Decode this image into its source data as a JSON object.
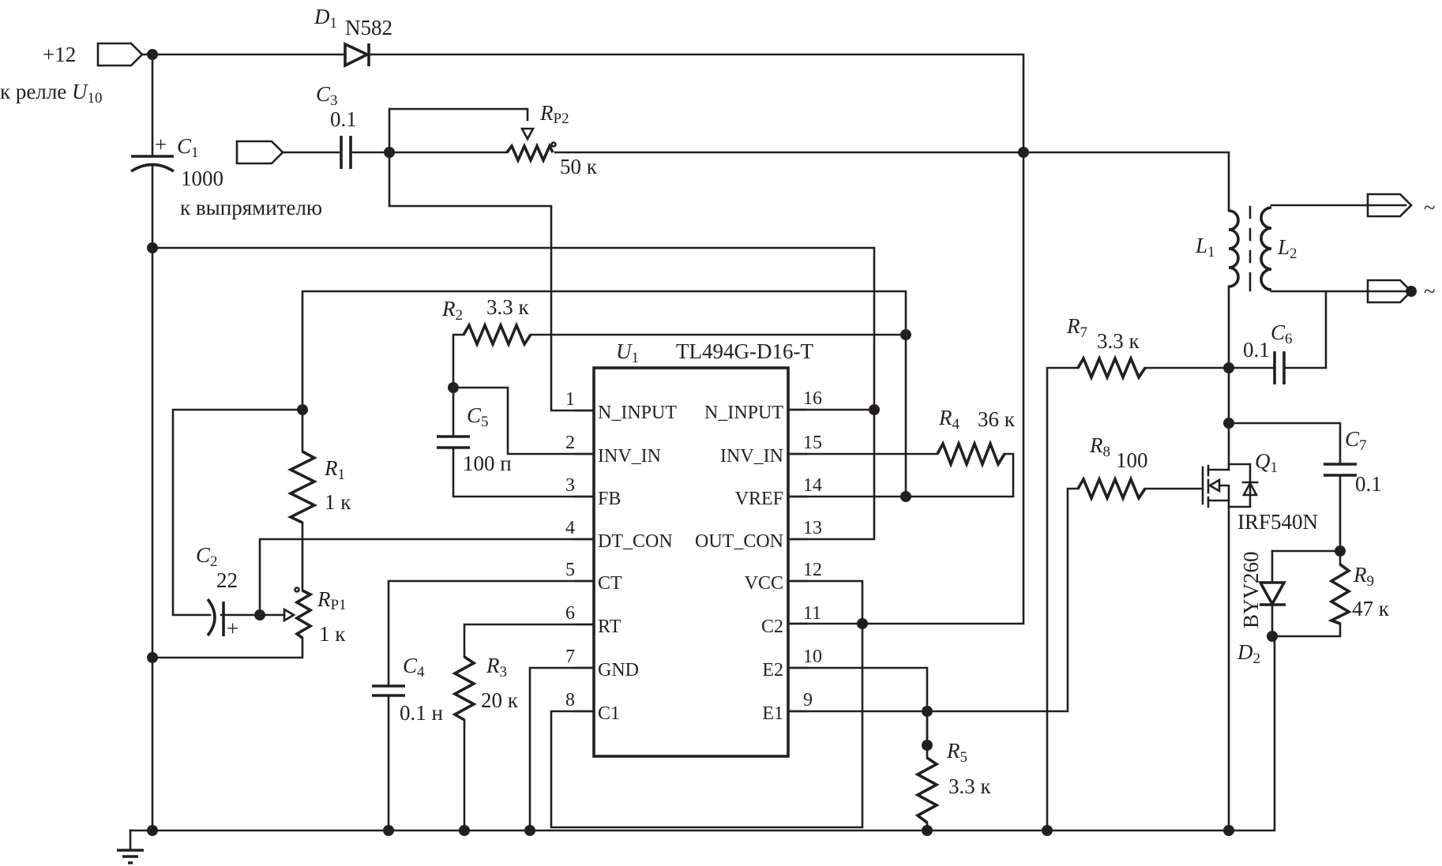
{
  "schematic": {
    "supply": {
      "voltage_label": "+12",
      "relay_label": "к релле",
      "relay_ref": "U",
      "relay_sub": "10"
    },
    "rectifier_label": "к выпрямителю",
    "ac_symbol": "~",
    "ground": "ground-icon",
    "components": {
      "D1": {
        "ref": "D",
        "sub": "1",
        "value": "N582"
      },
      "C1": {
        "ref": "C",
        "sub": "1",
        "value": "1000",
        "polarity": "+"
      },
      "C2": {
        "ref": "C",
        "sub": "2",
        "value": "22",
        "polarity": "+"
      },
      "C3": {
        "ref": "C",
        "sub": "3",
        "value": "0.1"
      },
      "C4": {
        "ref": "C",
        "sub": "4",
        "value": "0.1 н"
      },
      "C5": {
        "ref": "C",
        "sub": "5",
        "value": "100 п"
      },
      "C6": {
        "ref": "C",
        "sub": "6",
        "value": "0.1"
      },
      "C7": {
        "ref": "C",
        "sub": "7",
        "value": "0.1"
      },
      "R1": {
        "ref": "R",
        "sub": "1",
        "value": "1 к"
      },
      "R2": {
        "ref": "R",
        "sub": "2",
        "value": "3.3 к"
      },
      "R3": {
        "ref": "R",
        "sub": "3",
        "value": "20 к"
      },
      "R4": {
        "ref": "R",
        "sub": "4",
        "value": "36 к"
      },
      "R5": {
        "ref": "R",
        "sub": "5",
        "value": "3.3 к"
      },
      "R7": {
        "ref": "R",
        "sub": "7",
        "value": "3.3 к"
      },
      "R8": {
        "ref": "R",
        "sub": "8",
        "value": "100"
      },
      "R9": {
        "ref": "R",
        "sub": "9",
        "value": "47 к"
      },
      "RP1": {
        "ref": "R",
        "sub": "P1",
        "value": "1 к"
      },
      "RP2": {
        "ref": "R",
        "sub": "P2",
        "value": "50 к"
      },
      "L1": {
        "ref": "L",
        "sub": "1"
      },
      "L2": {
        "ref": "L",
        "sub": "2"
      },
      "Q1": {
        "ref": "Q",
        "sub": "1",
        "value": "IRF540N"
      },
      "D2": {
        "ref": "D",
        "sub": "2",
        "value": "BYV260"
      }
    },
    "ic": {
      "ref": "U",
      "sub": "1",
      "part": "TL494G-D16-T",
      "left_pins": [
        {
          "num": "1",
          "name": "N_INPUT"
        },
        {
          "num": "2",
          "name": "INV_IN"
        },
        {
          "num": "3",
          "name": "FB"
        },
        {
          "num": "4",
          "name": "DT_CON"
        },
        {
          "num": "5",
          "name": "CT"
        },
        {
          "num": "6",
          "name": "RT"
        },
        {
          "num": "7",
          "name": "GND"
        },
        {
          "num": "8",
          "name": "C1"
        }
      ],
      "right_pins": [
        {
          "num": "16",
          "name": "N_INPUT"
        },
        {
          "num": "15",
          "name": "INV_IN"
        },
        {
          "num": "14",
          "name": "VREF"
        },
        {
          "num": "13",
          "name": "OUT_CON"
        },
        {
          "num": "12",
          "name": "VCC"
        },
        {
          "num": "11",
          "name": "C2"
        },
        {
          "num": "10",
          "name": "E2"
        },
        {
          "num": "9",
          "name": "E1"
        }
      ]
    }
  }
}
